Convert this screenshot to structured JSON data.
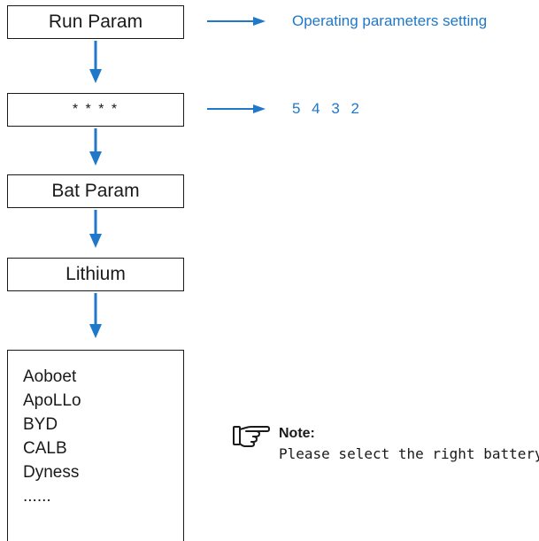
{
  "steps": [
    {
      "label": "Run Param"
    },
    {
      "label": "* * * *"
    },
    {
      "label": "Bat Param"
    },
    {
      "label": "Lithium"
    }
  ],
  "annotations": {
    "run_param": "Operating parameters setting",
    "password": "5 4 3 2"
  },
  "brand_list": [
    "Aoboet",
    "ApoLLo",
    "BYD",
    "CALB",
    "Dyness",
    "......"
  ],
  "note": {
    "icon": "pointing-hand-icon",
    "title": "Note:",
    "text": "Please select the right battery"
  },
  "colors": {
    "arrow": "#1f78c8",
    "box_border": "#1a1a1a",
    "annotation_text": "#1f78c8"
  }
}
